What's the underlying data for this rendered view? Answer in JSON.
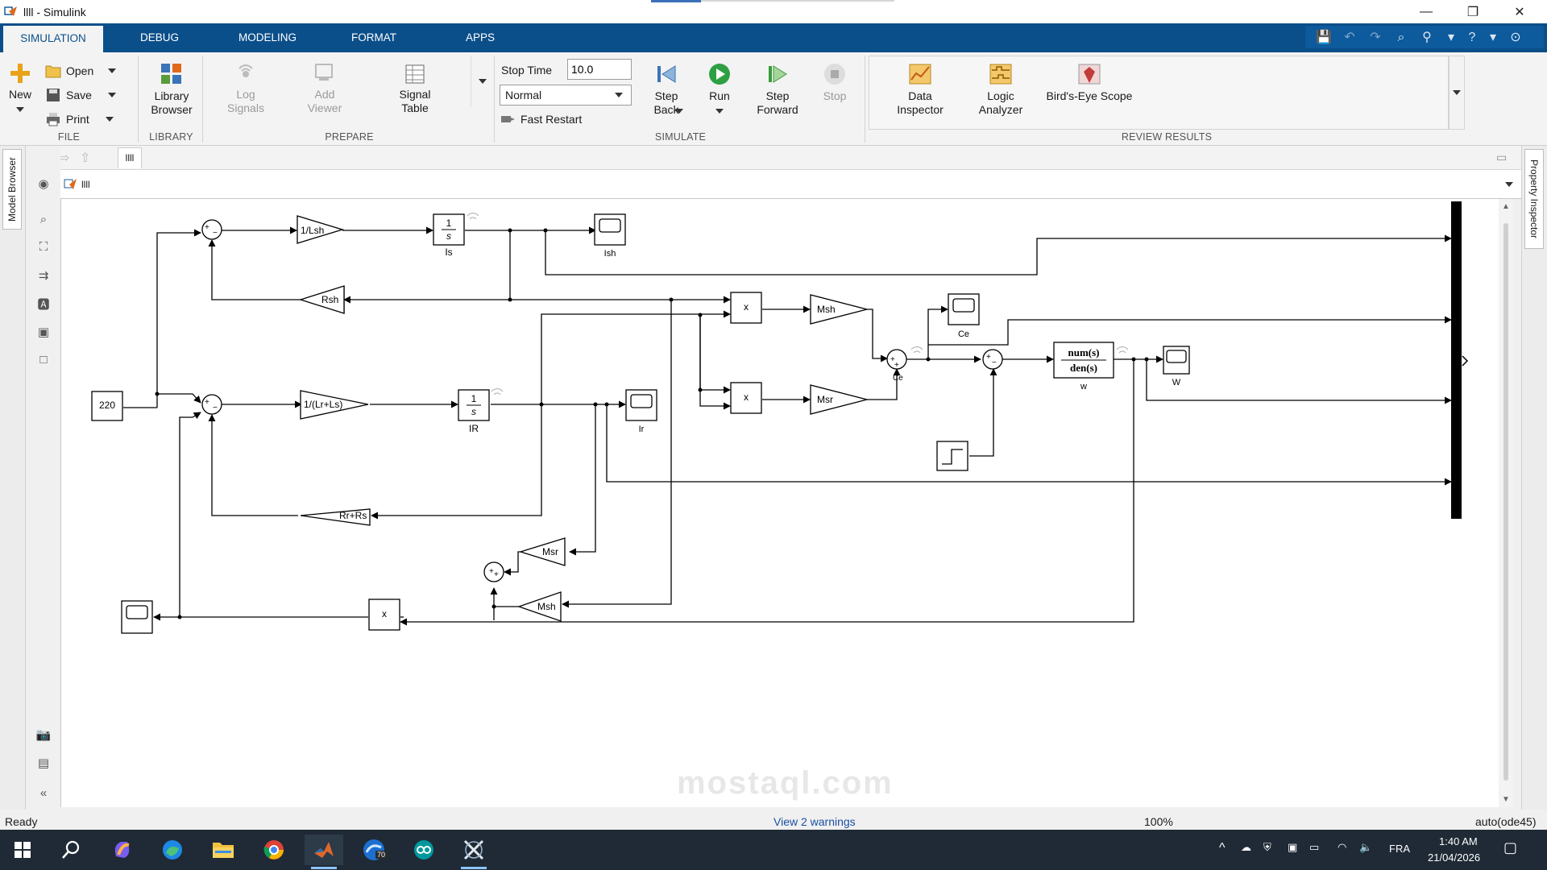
{
  "window": {
    "title": "llll - Simulink",
    "minimize_glyph": "—",
    "restore_glyph": "❐",
    "close_glyph": "✕"
  },
  "tabs": [
    {
      "label": "SIMULATION",
      "active": true
    },
    {
      "label": "DEBUG"
    },
    {
      "label": "MODELING"
    },
    {
      "label": "FORMAT"
    },
    {
      "label": "APPS"
    }
  ],
  "ribbon": {
    "file": {
      "section_label": "FILE",
      "new_label": "New",
      "open_label": "Open",
      "save_label": "Save",
      "print_label": "Print"
    },
    "library": {
      "section_label": "LIBRARY",
      "library_browser_label": "Library Browser"
    },
    "prepare": {
      "section_label": "PREPARE",
      "log_signals_label": "Log Signals",
      "add_viewer_label": "Add Viewer",
      "signal_table_label": "Signal Table"
    },
    "simulate": {
      "section_label": "SIMULATE",
      "stop_time_label": "Stop Time",
      "stop_time_value": "10.0",
      "mode_value": "Normal",
      "fast_restart_label": "Fast Restart",
      "step_back_label": "Step Back",
      "run_label": "Run",
      "step_forward_label": "Step Forward",
      "stop_label": "Stop"
    },
    "review": {
      "section_label": "REVIEW RESULTS",
      "data_inspector_label": "Data Inspector",
      "logic_analyzer_label": "Logic Analyzer",
      "birds_eye_label": "Bird's-Eye Scope"
    }
  },
  "side_tabs": {
    "model_browser": "Model Browser",
    "property_inspector": "Property Inspector"
  },
  "explorer": {
    "tab_label": "llll",
    "address_label": "llll"
  },
  "blocks": {
    "const_220": "220",
    "gain_1_lsh": "1/Lsh",
    "gain_1_lr_ls": "1/(Lr+Ls)",
    "gain_rsh": "Rsh",
    "gain_rr_rs": "Rr+Rs",
    "gain_msh_top": "Msh",
    "gain_msr_top": "Msr",
    "gain_msr_bottom": "Msr",
    "gain_msh_bottom": "Msh",
    "int_num": "1",
    "int_den": "s",
    "int_is_label": "Is",
    "int_ir_label": "IR",
    "scope_ish_label": "Ish",
    "scope_ir_label": "Ir",
    "scope_ce_label": "Ce",
    "scope_w_label": "W",
    "product_x": "x",
    "tf_num": "num(s)",
    "tf_den": "den(s)",
    "tf_label": "w",
    "sum_ce_label": "Ce"
  },
  "status": {
    "left": "Ready",
    "warnings": "View 2 warnings",
    "zoom": "100%",
    "solver": "auto(ode45)"
  },
  "taskbar": {
    "language": "FRA",
    "time": "1:40 AM",
    "date": "21/04/2026",
    "badge": "70"
  },
  "watermark": "mostaql.com",
  "colors": {
    "tabbar": "#0b4f8a",
    "taskbar": "#1f2a36",
    "run_green": "#2ea043"
  }
}
